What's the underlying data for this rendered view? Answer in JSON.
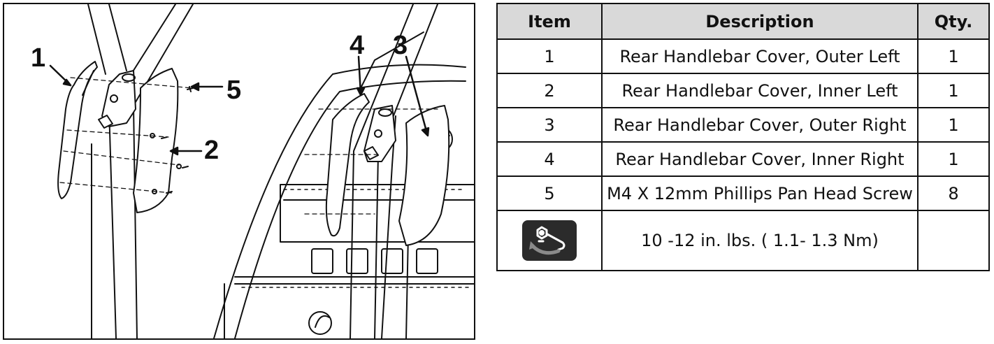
{
  "figure": {
    "callouts": [
      {
        "id": "1",
        "label": "1"
      },
      {
        "id": "2",
        "label": "2"
      },
      {
        "id": "3",
        "label": "3"
      },
      {
        "id": "4",
        "label": "4"
      },
      {
        "id": "5",
        "label": "5"
      }
    ]
  },
  "table": {
    "headers": {
      "item": "Item",
      "description": "Description",
      "qty": "Qty."
    },
    "rows": [
      {
        "item": "1",
        "description": "Rear Handlebar Cover, Outer Left",
        "qty": "1"
      },
      {
        "item": "2",
        "description": "Rear Handlebar Cover, Inner Left",
        "qty": "1"
      },
      {
        "item": "3",
        "description": "Rear Handlebar Cover, Outer Right",
        "qty": "1"
      },
      {
        "item": "4",
        "description": "Rear Handlebar Cover, Inner Right",
        "qty": "1"
      },
      {
        "item": "5",
        "description": "M4 X 12mm Phillips Pan Head Screw",
        "qty": "8"
      }
    ],
    "torque": {
      "icon": "torque-wrench-icon",
      "spec": "10 -12 in. lbs. ( 1.1- 1.3 Nm)",
      "qty": ""
    }
  }
}
